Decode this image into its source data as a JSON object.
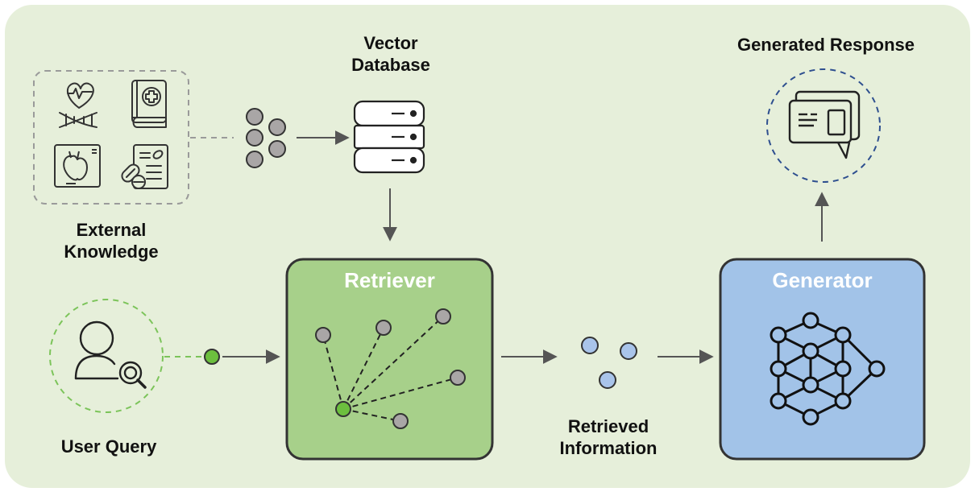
{
  "labels": {
    "vector_db": [
      "Vector",
      "Database"
    ],
    "external_knowledge": [
      "External",
      "Knowledge"
    ],
    "user_query": "User Query",
    "retrieved_information": [
      "Retrieved",
      "Information"
    ],
    "generated_response": "Generated Response"
  },
  "boxes": {
    "retriever": "Retriever",
    "generator": "Generator"
  },
  "colors": {
    "background": "#e6efda",
    "retriever_fill": "#a7d08a",
    "generator_fill": "#a2c3e8",
    "gray_node": "#a9a6a6",
    "green_node": "#6cbf3e",
    "blue_node": "#a9c4ea",
    "arrow": "#555555",
    "dashed_green": "#7cc45a",
    "dashed_blue": "#2e4f8f"
  },
  "icons": [
    "heart-dna-icon",
    "medical-book-icon",
    "heart-scan-icon",
    "prescription-icon",
    "user-search-icon",
    "database-icon",
    "chat-document-icon",
    "neural-network-icon"
  ]
}
